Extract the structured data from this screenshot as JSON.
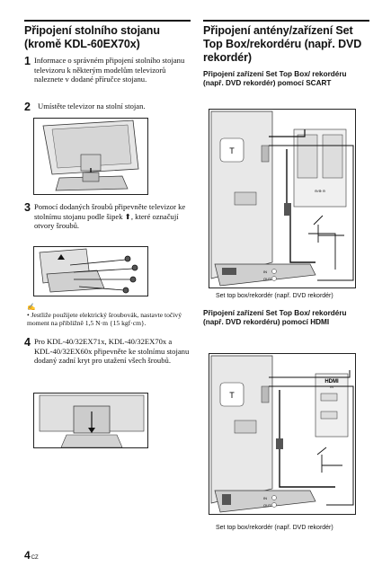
{
  "left": {
    "title": "Připojení stolního stojanu (kromě KDL-60EX70x)",
    "step1_num": "1",
    "step1_text": "Informace o správném připojení stolního stojanu televizoru k některým modelům televizorů naleznete v dodané příručce stojanu.",
    "step2_num": "2",
    "step2_text": "Umístěte televizor na stolní stojan.",
    "step3_num": "3",
    "step3_text": "Pomocí dodaných šroubů připevněte televizor ke stolnímu stojanu podle šipek ⬆, které označují otvory šroubů.",
    "note_icon": "✍",
    "note_text": "• Jestliže použijete elektrický šroubovák, nastavte točivý moment na přibližně 1,5 N·m {15 kgf·cm}.",
    "step4_num": "4",
    "step4_text": "Pro KDL-40/32EX71x, KDL-40/32EX70x a KDL-40/32EX60x připevněte ke stolnímu stojanu dodaný zadní kryt pro utažení všech šroubů."
  },
  "right": {
    "title": "Připojení antény/zařízení Set Top Box/rekordéru (např. DVD rekordér)",
    "sub1": "Připojení zařízení Set Top Box/ rekordéru (např. DVD rekordér) pomocí SCART",
    "caption1": "Set top box/rekordér (např. DVD rekordér)",
    "sub2": "Připojení zařízení Set Top Box/ rekordéru (např. DVD rekordéru) pomocí HDMI",
    "caption2": "Set top box/rekordér (např. DVD rekordér)"
  },
  "figure_labels": {
    "in_label": "IN",
    "out_label": "OUT",
    "hdmi_label": "HDMI",
    "scart_label": "⊖/⊕ ⊖",
    "hdmi_port_label": "IN"
  },
  "footer": {
    "page_number": "4",
    "lang": "CZ"
  }
}
